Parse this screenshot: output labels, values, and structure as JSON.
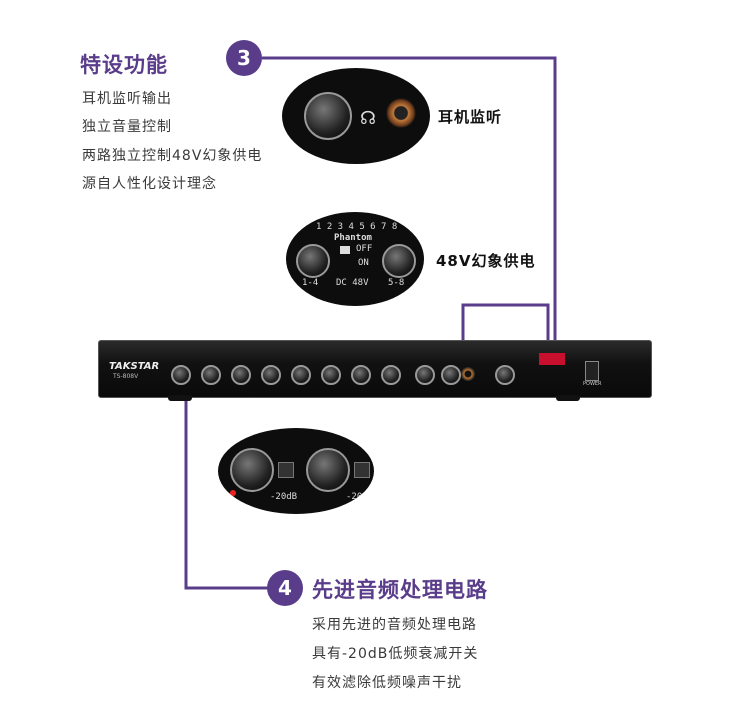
{
  "colors": {
    "accent": "#5a3d8a",
    "text": "#3a3a3a"
  },
  "section3": {
    "badge": "3",
    "title": "特设功能",
    "items": [
      "耳机监听输出",
      "独立音量控制",
      "两路独立控制48V幻象供电",
      "源自人性化设计理念"
    ],
    "callout_headphone": "耳机监听",
    "callout_phantom": "48V幻象供电"
  },
  "section4": {
    "badge": "4",
    "title": "先进音频处理电路",
    "items": [
      "采用先进的音频处理电路",
      "具有-20dB低频衰减开关",
      "有效滤除低频噪声干扰"
    ]
  },
  "phantom_panel": {
    "numbers": "1 2 3 4 5 6 7 8",
    "label": "Phantom",
    "off": "OFF",
    "on": "ON",
    "left": "1-4",
    "dc": "DC 48V",
    "right": "5-8"
  },
  "device": {
    "brand": "TAKSTAR",
    "model": "TS-808V",
    "power": "POWER"
  },
  "closeup": {
    "att": "-20dB"
  }
}
